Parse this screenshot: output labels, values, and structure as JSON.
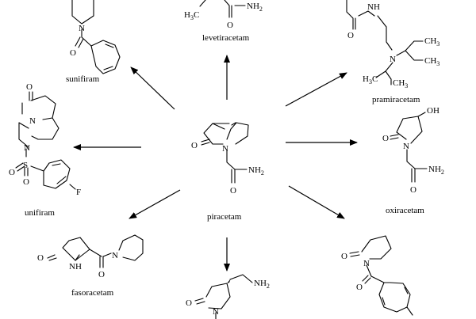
{
  "compounds": {
    "center": "piracetam",
    "levetiracetam": "levetiracetam",
    "pramiracetam": "pramiracetam",
    "oxiracetam": "oxiracetam",
    "sunifiram": "sunifiram",
    "unifiram": "unifiram",
    "fasoracetam": "fasoracetam"
  },
  "atoms": {
    "O": "O",
    "N": "N",
    "NH": "NH",
    "H": "H",
    "S": "S",
    "F": "F",
    "OH": "OH",
    "NH2_base": "NH",
    "two": "2",
    "three": "3",
    "CH": "CH",
    "H3C_H": "H",
    "H3C_C": "C"
  },
  "colors": {
    "ink": "#000000",
    "background": "#ffffff"
  }
}
